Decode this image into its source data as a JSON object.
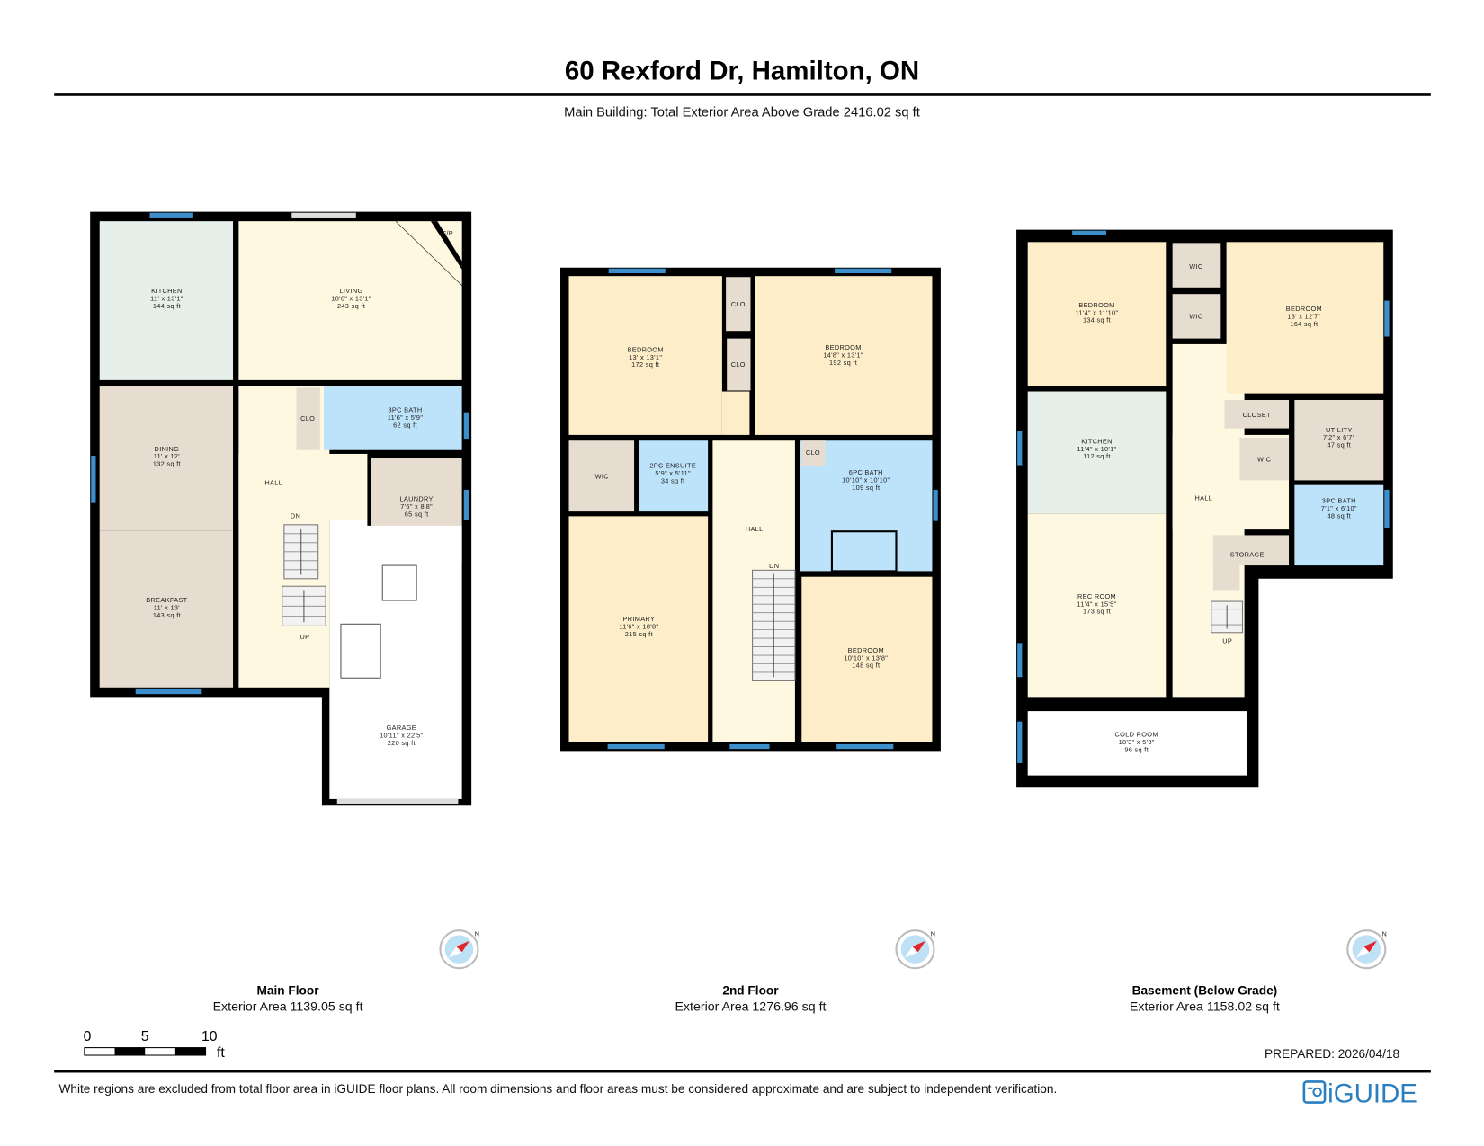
{
  "header": {
    "title": "60 Rexford Dr, Hamilton, ON",
    "subtitle": "Main Building: Total Exterior Area Above Grade 2416.02 sq ft"
  },
  "floors": [
    {
      "name": "Main Floor",
      "area": "Exterior Area 1139.05 sq ft",
      "rooms": [
        {
          "name": "HALL"
        },
        {
          "name": "KITCHEN",
          "dims": "11' x 13'1\"",
          "area": "144 sq ft"
        },
        {
          "name": "LIVING",
          "dims": "18'6\" x 13'1\"",
          "area": "243 sq ft"
        },
        {
          "name": "DINING",
          "dims": "11' x 12'",
          "area": "132 sq ft"
        },
        {
          "name": "BREAKFAST",
          "dims": "11' x 13'",
          "area": "143 sq ft"
        },
        {
          "name": "3PC BATH",
          "dims": "11'6\" x 5'9\"",
          "area": "62 sq ft"
        },
        {
          "name": "LAUNDRY",
          "dims": "7'6\" x 8'8\"",
          "area": "65 sq ft"
        },
        {
          "name": "GARAGE",
          "dims": "10'11\" x 22'5\"",
          "area": "220 sq ft"
        },
        {
          "name": "CLO"
        }
      ],
      "labels": [
        "F/P",
        "DN",
        "UP"
      ]
    },
    {
      "name": "2nd Floor",
      "area": "Exterior Area 1276.96 sq ft",
      "rooms": [
        {
          "name": "HALL"
        },
        {
          "name": "BEDROOM",
          "dims": "13' x 13'1\"",
          "area": "172 sq ft"
        },
        {
          "name": "BEDROOM",
          "dims": "14'8\" x 13'1\"",
          "area": "192 sq ft"
        },
        {
          "name": "WIC"
        },
        {
          "name": "2PC ENSUITE",
          "dims": "5'9\" x 5'11\"",
          "area": "34 sq ft"
        },
        {
          "name": "6PC BATH",
          "dims": "10'10\" x 10'10\"",
          "area": "109 sq ft"
        },
        {
          "name": "PRIMARY",
          "dims": "11'6\" x 18'8\"",
          "area": "215 sq ft"
        },
        {
          "name": "BEDROOM",
          "dims": "10'10\" x 13'8\"",
          "area": "148 sq ft"
        },
        {
          "name": "CLO"
        },
        {
          "name": "CLO"
        },
        {
          "name": "CLO"
        }
      ],
      "labels": [
        "DN"
      ]
    },
    {
      "name": "Basement (Below Grade)",
      "area": "Exterior Area 1158.02 sq ft",
      "rooms": [
        {
          "name": "HALL"
        },
        {
          "name": "BEDROOM",
          "dims": "11'4\" x 11'10\"",
          "area": "134 sq ft"
        },
        {
          "name": "BEDROOM",
          "dims": "13' x 12'7\"",
          "area": "164 sq ft"
        },
        {
          "name": "KITCHEN",
          "dims": "11'4\" x 10'1\"",
          "area": "112 sq ft"
        },
        {
          "name": "REC ROOM",
          "dims": "11'4\" x 15'5\"",
          "area": "173 sq ft"
        },
        {
          "name": "UTILITY",
          "dims": "7'2\" x 6'7\"",
          "area": "47 sq ft"
        },
        {
          "name": "3PC BATH",
          "dims": "7'1\" x 6'10\"",
          "area": "48 sq ft"
        },
        {
          "name": "COLD ROOM",
          "dims": "18'3\" x 5'3\"",
          "area": "96 sq ft"
        },
        {
          "name": "WIC"
        },
        {
          "name": "WIC"
        },
        {
          "name": "CLOSET"
        },
        {
          "name": "WIC"
        },
        {
          "name": "STORAGE"
        }
      ],
      "labels": [
        "UP"
      ]
    }
  ],
  "scale_bar": {
    "ticks": [
      "0",
      "5",
      "10"
    ],
    "unit": "ft"
  },
  "footer": {
    "prepared": "PREPARED: 2026/04/18",
    "disclaimer": "White regions are excluded from total floor area in iGUIDE floor plans. All room dimensions and floor areas must be considered approximate and are subject to independent verification.",
    "logo": "iGUIDE"
  },
  "colors": {
    "wall": "#000000",
    "bedroom": "#fdeec9",
    "living_hall": "#fef8e1",
    "kitchen": "#e6efe9",
    "utility_closet": "#e6ddd0",
    "bath": "#bde3fb",
    "window": "#3d8fcb",
    "compass_needle": "#e0262b",
    "logo": "#2a7fc1"
  },
  "compass": {
    "icon": "compass-north-icon",
    "label": "N"
  }
}
